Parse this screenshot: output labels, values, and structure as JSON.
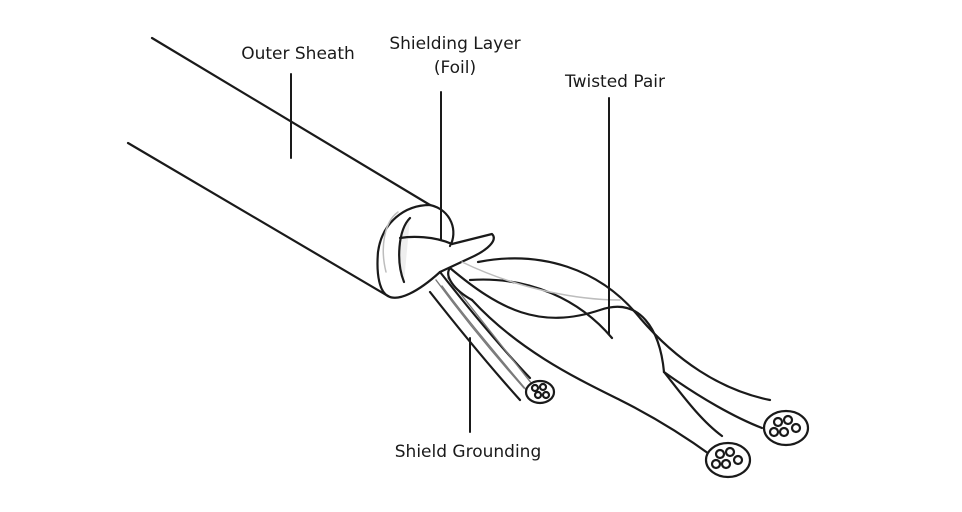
{
  "labels": {
    "outer_sheath": "Outer Sheath",
    "shielding_layer_line1": "Shielding Layer",
    "shielding_layer_line2": "(Foil)",
    "twisted_pair": "Twisted Pair",
    "shield_grounding": "Shield Grounding"
  },
  "colors": {
    "outline": "#1a1a1a",
    "fill": "#ffffff",
    "shade": "#d9d9d9"
  }
}
